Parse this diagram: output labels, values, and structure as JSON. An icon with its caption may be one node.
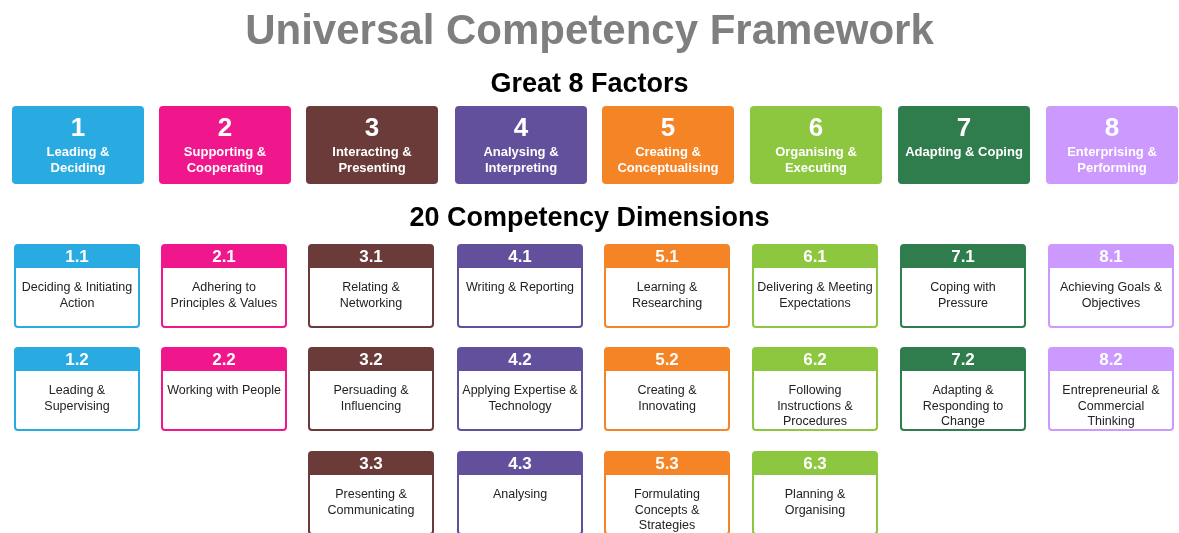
{
  "diagram": {
    "title": "Universal Competency Framework",
    "nodes": [
      {
        "text": [
          "1",
          "Leading & Deciding"
        ]
      },
      {
        "text": [
          "2",
          "Supporting & Cooperating"
        ]
      },
      {
        "text": [
          "3",
          "Interacting & Presenting"
        ]
      },
      {
        "text": [
          "4",
          "Analysing & Interpreting"
        ]
      },
      {
        "text": [
          "5",
          "Creating & Conceptualising"
        ]
      },
      {
        "text": [
          "6",
          "Organising & Executing"
        ]
      },
      {
        "text": [
          "7",
          "Adapting & Coping"
        ]
      },
      {
        "text": [
          "8",
          "Enterprising & Performing"
        ]
      },
      {
        "text": [
          "1.1",
          "Deciding & Initiating Action"
        ]
      },
      {
        "text": [
          "2.1",
          "Adhering to Principles & Values"
        ]
      },
      {
        "text": [
          "3.1",
          "Relating & Networking"
        ]
      },
      {
        "text": [
          "4.1",
          "Writing & Reporting"
        ]
      },
      {
        "text": [
          "5.1",
          "Learning & Researching"
        ]
      },
      {
        "text": [
          "6.1",
          "Delivering & Meeting Expectations"
        ]
      },
      {
        "text": [
          "7.1",
          "Coping with Pressure"
        ]
      },
      {
        "text": [
          "8.1",
          "Achieving Goals & Objectives"
        ]
      },
      {
        "text": [
          "1.2",
          "Leading & Supervising"
        ]
      },
      {
        "text": [
          "2.2",
          "Working with People"
        ]
      },
      {
        "text": [
          "3.2",
          "Persuading & Influencing"
        ]
      },
      {
        "text": [
          "4.2",
          "Applying Expertise & Technology"
        ]
      },
      {
        "text": [
          "5.2",
          "Creating & Innovating"
        ]
      },
      {
        "text": [
          "6.2",
          "Following Instructions & Procedures"
        ]
      },
      {
        "text": [
          "7.2",
          "Adapting & Responding to Change"
        ]
      },
      {
        "text": [
          "8.2",
          "Entrepreneurial & Commercial Thinking"
        ]
      },
      {
        "text": [
          "3.3",
          "Presenting & Communicating"
        ]
      },
      {
        "text": [
          "4.3",
          "Analysing"
        ]
      },
      {
        "text": [
          "5.3",
          "Formulating Concepts & Strategies"
        ]
      },
      {
        "text": [
          "6.3",
          "Planning & Organising"
        ]
      }
    ],
    "labels": [
      "Great 8 Factors",
      "20 Competency Dimensions"
    ]
  }
}
